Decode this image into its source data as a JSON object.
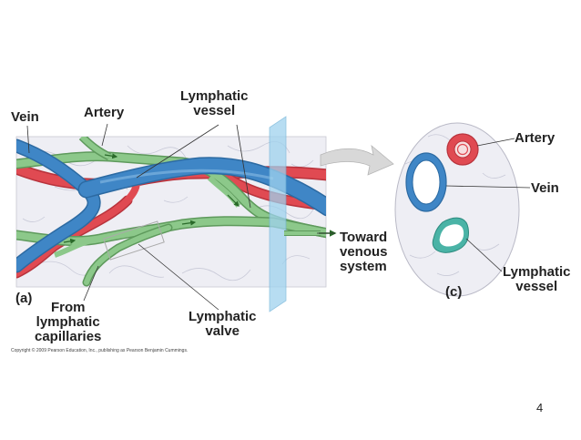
{
  "labels": {
    "vein": "Vein",
    "artery": "Artery",
    "lymphatic_vessel_line1": "Lymphatic",
    "lymphatic_vessel_line2": "vessel",
    "toward_line1": "Toward",
    "toward_line2": "venous",
    "toward_line3": "system",
    "panel_a": "(a)",
    "from_line1": "From",
    "from_line2": "lymphatic",
    "from_line3": "capillaries",
    "lymphatic_valve_line1": "Lymphatic",
    "lymphatic_valve_line2": "valve",
    "c_artery": "Artery",
    "c_vein": "Vein",
    "c_lymphatic_line1": "Lymphatic",
    "c_lymphatic_line2": "vessel",
    "panel_c": "(c)"
  },
  "copyright": "Copyright © 2009 Pearson Education, Inc., publishing as Pearson Benjamin Cummings.",
  "page_number": "4",
  "colors": {
    "vein": "#3f86c6",
    "artery": "#e04a52",
    "lymphatic": "#8cc88a",
    "tissue": "#eeeef4",
    "plane": "#9fd2ee",
    "arrow": "#d8d8d8"
  }
}
